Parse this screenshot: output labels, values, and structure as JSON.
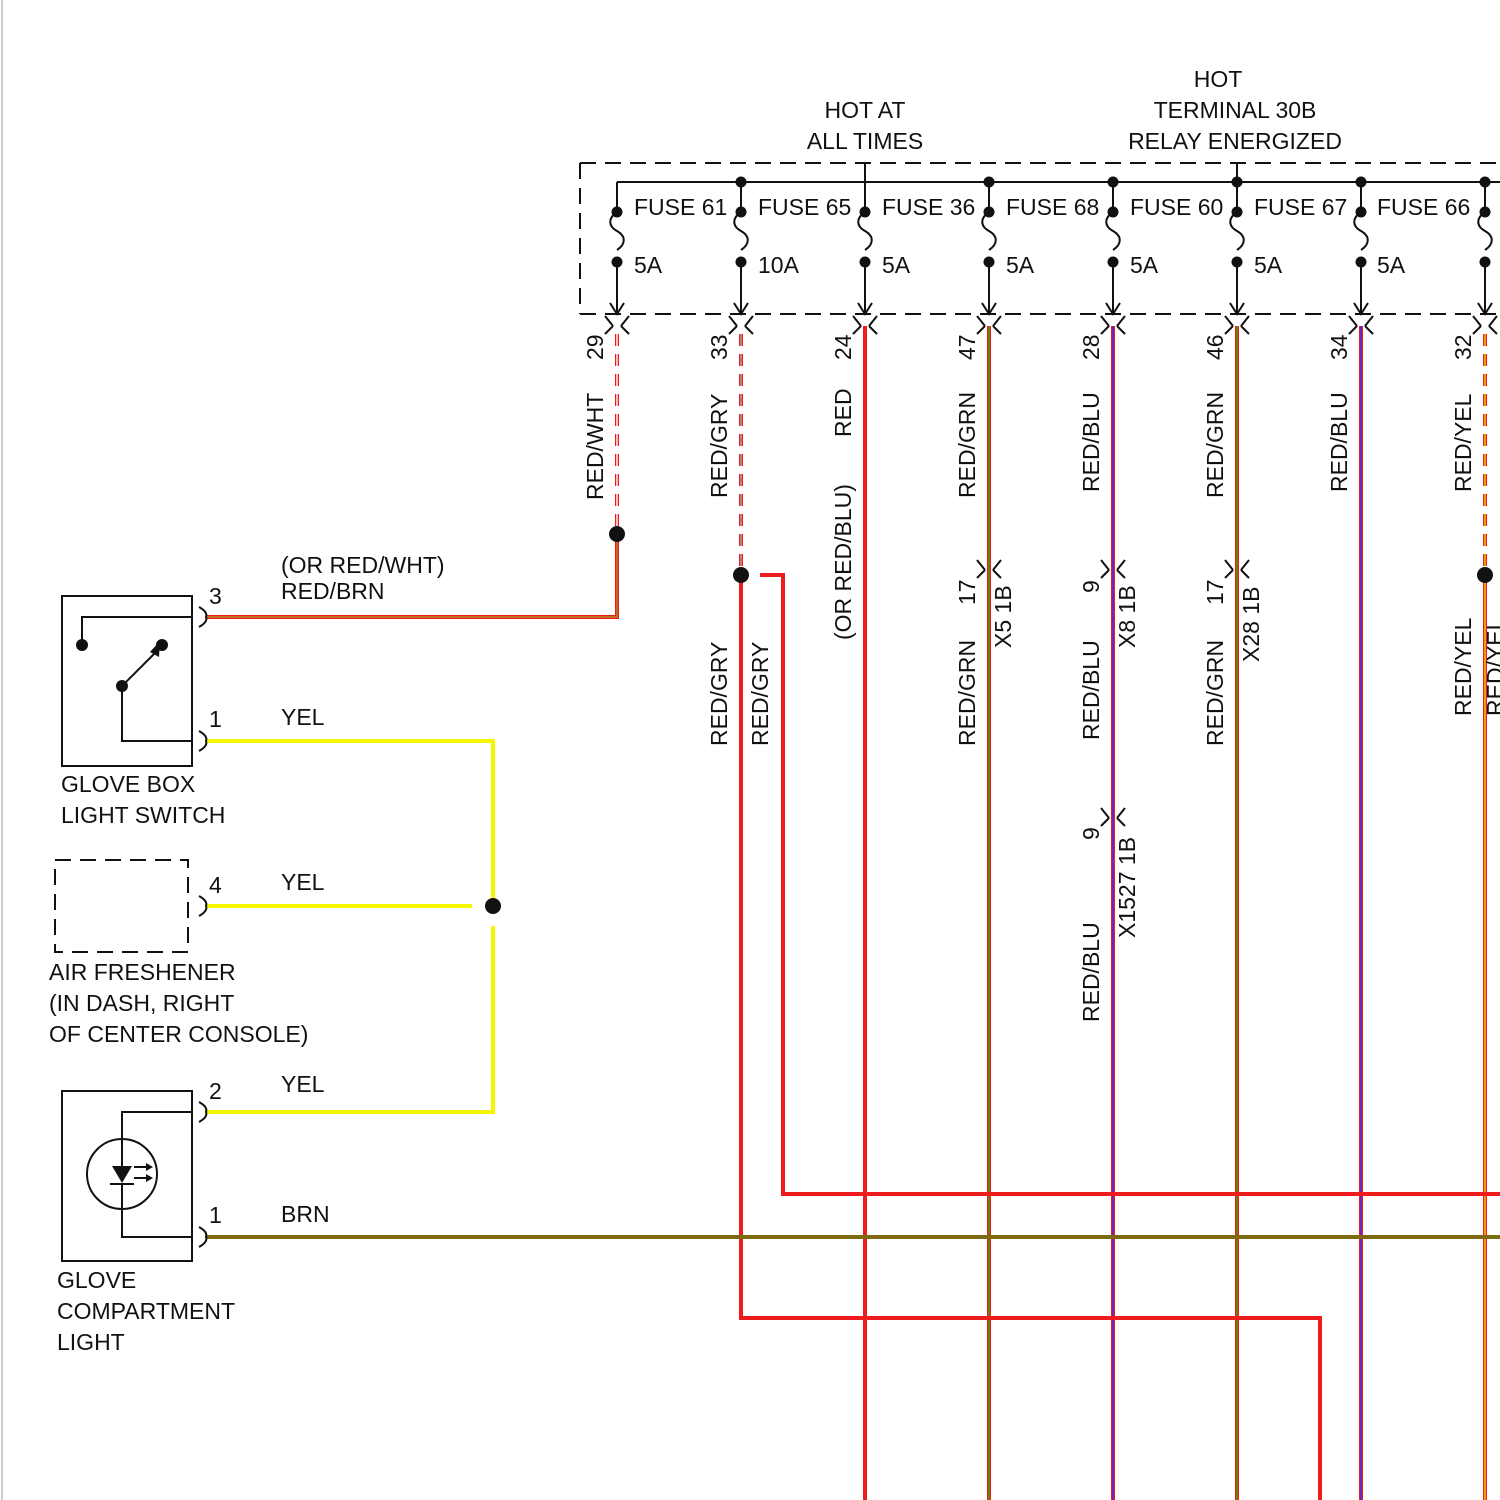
{
  "title": {
    "hot_at_all_times": [
      "HOT AT",
      "ALL TIMES"
    ],
    "hot_terminal_30b": [
      "HOT",
      "TERMINAL 30B",
      "RELAY ENERGIZED"
    ]
  },
  "fuses": [
    {
      "label": "FUSE 61",
      "rating": "5A",
      "pin": "29",
      "wire": "RED/WHT"
    },
    {
      "label": "FUSE 65",
      "rating": "10A",
      "pin": "33",
      "wire": "RED/GRY"
    },
    {
      "label": "FUSE 36",
      "rating": "5A",
      "pin": "24",
      "wire": "RED"
    },
    {
      "label": "FUSE 68",
      "rating": "5A",
      "pin": "47",
      "wire": "RED/GRN"
    },
    {
      "label": "FUSE 60",
      "rating": "5A",
      "pin": "28",
      "wire": "RED/BLU"
    },
    {
      "label": "FUSE 67",
      "rating": "5A",
      "pin": "46",
      "wire": "RED/GRN"
    },
    {
      "label": "FUSE 66",
      "rating": "5A",
      "pin": "34",
      "wire": "RED/BLU"
    },
    {
      "label": "",
      "rating": "",
      "pin": "32",
      "wire": "RED/YEL"
    }
  ],
  "wire_labels": {
    "or_red_blu": "(OR RED/BLU)",
    "red_gry_1": "RED/GRY",
    "red_gry_2": "RED/GRY",
    "red_grn_1": "RED/GRN",
    "red_blu_1": "RED/BLU",
    "red_blu_2": "RED/BLU",
    "red_grn_2": "RED/GRN",
    "red_yel_1": "RED/YEL",
    "red_yel_2": "RED/YEL",
    "switch_pin3_line1": "(OR RED/WHT)",
    "switch_pin3_line2": "RED/BRN",
    "yel_1": "YEL",
    "yel_2": "YEL",
    "yel_3": "YEL",
    "brn": "BRN"
  },
  "connectors": [
    {
      "pin": "17",
      "name": "X5 1B"
    },
    {
      "pin": "9",
      "name": "X8 1B"
    },
    {
      "pin": "17",
      "name": "X28 1B"
    },
    {
      "pin": "9",
      "name": "X1527 1B"
    }
  ],
  "components": {
    "glove_box_switch": {
      "name": [
        "GLOVE BOX",
        "LIGHT SWITCH"
      ],
      "pins": [
        "3",
        "1"
      ]
    },
    "air_freshener": {
      "name": [
        "AIR FRESHENER",
        "(IN DASH, RIGHT",
        "OF CENTER CONSOLE)"
      ],
      "pins": [
        "4"
      ]
    },
    "glove_compartment_light": {
      "name": [
        "GLOVE",
        "COMPARTMENT",
        "LIGHT"
      ],
      "pins": [
        "2",
        "1"
      ]
    }
  },
  "colors": {
    "red": "#ee1c1c",
    "yellow": "#f6f600",
    "brown": "#7b6a0f",
    "blue_stripe": "#3a2cff",
    "green_stripe": "#38a800",
    "yellow_stripe": "#e8d800",
    "white_stripe": "#ffffff",
    "gray_stripe": "#a8a8a8",
    "brown_stripe": "#b08a20"
  }
}
